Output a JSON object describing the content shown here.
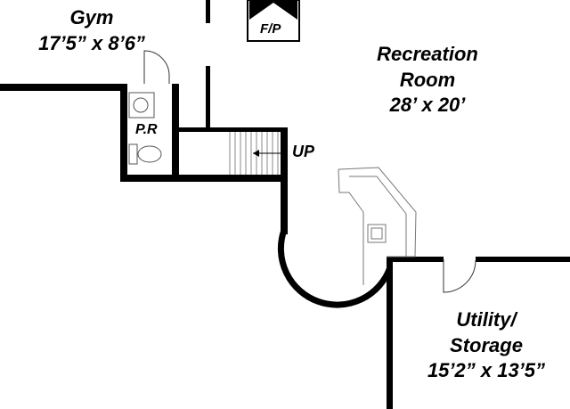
{
  "rooms": {
    "gym": {
      "name": "Gym",
      "size": "17’5” x 8’6”"
    },
    "recreation": {
      "name_line1": "Recreation",
      "name_line2": "Room",
      "size": "28’ x 20’"
    },
    "utility": {
      "name_line1": "Utility/",
      "name_line2": "Storage",
      "size": "15’2” x 13’5”"
    }
  },
  "labels": {
    "fireplace": "F/P",
    "powder_room": "P.R",
    "stairs": "UP"
  },
  "colors": {
    "wall": "#000000",
    "fixture_line": "#7a7a7a",
    "background": "#ffffff"
  }
}
